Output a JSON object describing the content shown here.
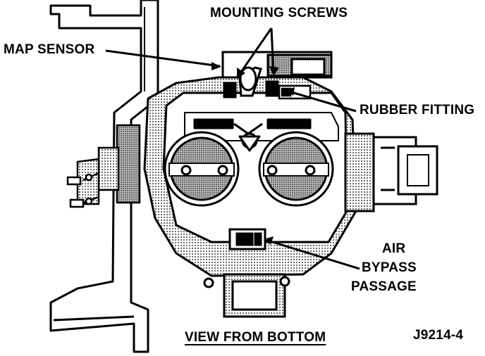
{
  "callouts": {
    "mounting_screws": "MOUNTING SCREWS",
    "map_sensor": "MAP SENSOR",
    "rubber_fitting": "RUBBER FITTING",
    "air_bypass_line1": "AIR",
    "air_bypass_line2": "BYPASS",
    "air_bypass_line3": "PASSAGE"
  },
  "caption": "VIEW FROM BOTTOM",
  "figure_id": "J9214-4",
  "colors": {
    "ink": "#000000",
    "paper": "#ffffff",
    "shade": "#9a9a9a"
  }
}
